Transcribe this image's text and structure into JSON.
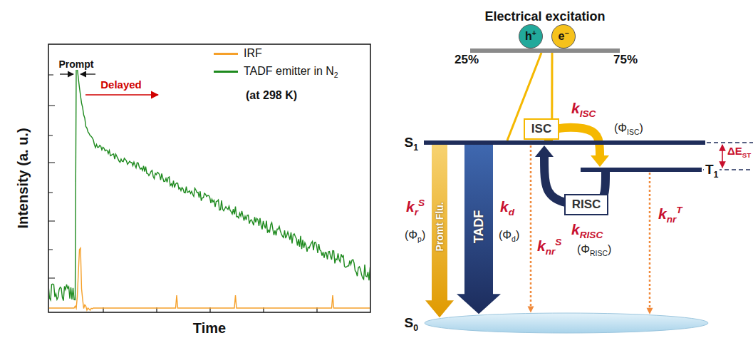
{
  "diagram": {
    "nodes": [
      {
        "text": [
          "Electrical excitation"
        ]
      },
      {
        "text": [
          "h+"
        ]
      },
      {
        "text": [
          "e−"
        ]
      },
      {
        "text": [
          "ISC"
        ]
      },
      {
        "text": [
          "S1"
        ]
      },
      {
        "text": [
          "T1"
        ]
      },
      {
        "text": [
          "RISC"
        ]
      },
      {
        "text": [
          "S0"
        ]
      }
    ],
    "edges": [
      {
        "from": 0,
        "to": 4,
        "arrow": "none",
        "label": "25%"
      },
      {
        "from": 0,
        "to": 3,
        "arrow": "none",
        "label": "75%"
      },
      {
        "from": 4,
        "to": 5,
        "arrow": "to"
      },
      {
        "from": 5,
        "to": 4,
        "arrow": "to"
      },
      {
        "from": 4,
        "to": 7,
        "arrow": "to",
        "label": "Promt Flu."
      },
      {
        "from": 4,
        "to": 7,
        "arrow": "to",
        "label": "TADF"
      },
      {
        "from": 4,
        "to": 7,
        "arrow": "to"
      },
      {
        "from": 5,
        "to": 7,
        "arrow": "to"
      }
    ],
    "labels": [
      "Intensity (a. u.)",
      "Time",
      "Prompt",
      "Delayed",
      "(at 298 K)",
      "kISC",
      "(ΦISC)",
      "ΔEST",
      "kRISC",
      "(ΦRISC)",
      "krS",
      "(Φp)",
      "kd",
      "(Φd)",
      "knrS",
      "knrT"
    ],
    "legend": [
      {
        "text": "IRF",
        "color": "#f5a02a"
      },
      {
        "text": "TADF emitter in N2",
        "color": "#1e8a1e"
      }
    ]
  }
}
